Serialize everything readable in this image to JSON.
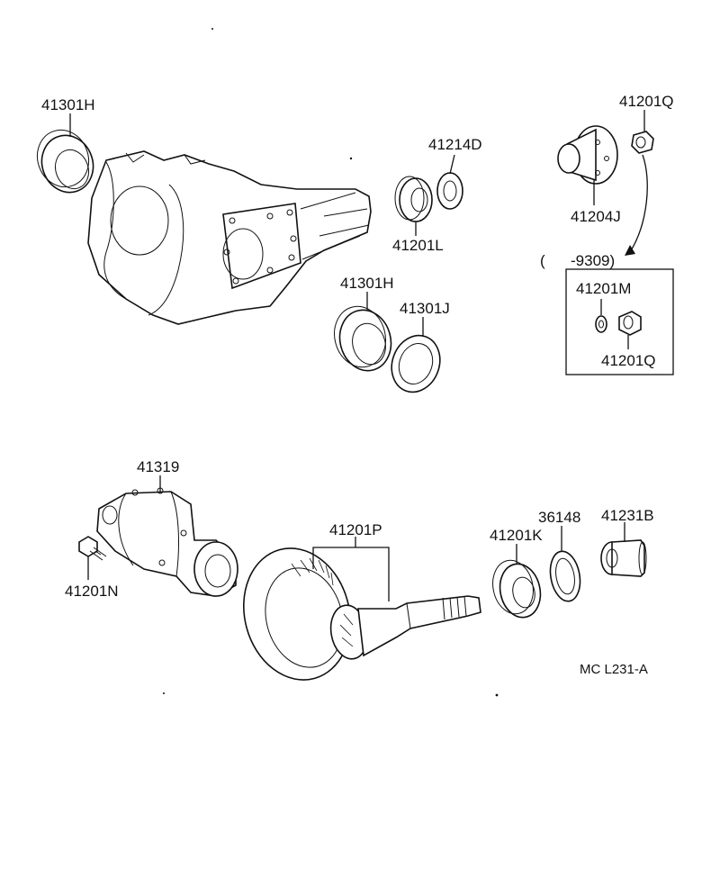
{
  "labels": {
    "seal_top": "41301H",
    "shim_top": "41214D",
    "bearing_top": "41201L",
    "flange": "41204J",
    "nut_top": "41201Q",
    "seal_mid": "41301H",
    "washer_mid": "41301J",
    "date_note": "(      -9309)",
    "inset_washer": "41201M",
    "inset_nut": "41201Q",
    "diff_case": "41319",
    "bolt": "41201N",
    "ring_pinion": "41201P",
    "bearing_low": "41201K",
    "spacer": "36148",
    "sleeve": "41231B"
  },
  "diagram_code": "MC L231-A",
  "colors": {
    "ink": "#111111",
    "paper": "#ffffff"
  }
}
